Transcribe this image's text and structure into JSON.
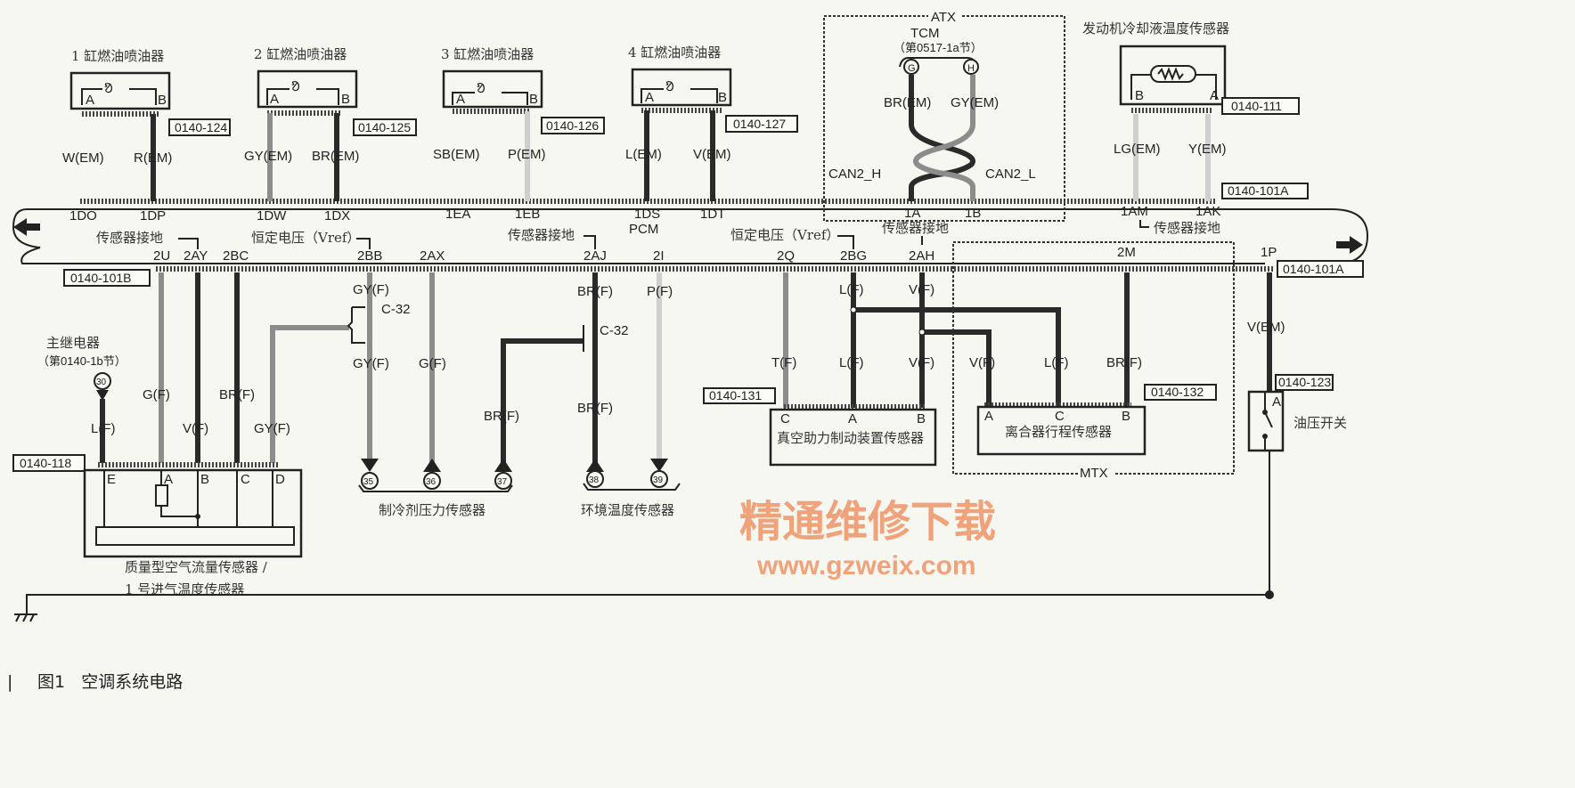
{
  "injectors": [
    {
      "title": "1 缸燃油喷油器",
      "pin_a": "A",
      "pin_b": "B",
      "connector": "0140-124",
      "wire_a": "W(EM)",
      "wire_b": "R(EM)",
      "term_a": "1DO",
      "term_b": "1DP"
    },
    {
      "title": "2 缸燃油喷油器",
      "pin_a": "A",
      "pin_b": "B",
      "connector": "0140-125",
      "wire_a": "GY(EM)",
      "wire_b": "BR(EM)",
      "term_a": "1DW",
      "term_b": "1DX"
    },
    {
      "title": "3 缸燃油喷油器",
      "pin_a": "A",
      "pin_b": "B",
      "connector": "0140-126",
      "wire_a": "SB(EM)",
      "wire_b": "P(EM)",
      "term_a": "1EA",
      "term_b": "1EB"
    },
    {
      "title": "4 缸燃油喷油器",
      "pin_a": "A",
      "pin_b": "B",
      "connector": "0140-127",
      "wire_a": "L(EM)",
      "wire_b": "V(EM)",
      "term_a": "1DS",
      "term_b": "1DT"
    }
  ],
  "pcm_label": "PCM",
  "atx": {
    "label": "ATX",
    "tcm": "TCM",
    "tcm_ref": "（第0517-1a节）",
    "pin_g": "G",
    "pin_h": "H",
    "wire_g": "BR(EM)",
    "wire_h": "GY(EM)",
    "can_h": "CAN2_H",
    "can_l": "CAN2_L",
    "term_a": "1A",
    "term_b": "1B"
  },
  "coolant": {
    "title": "发动机冷却液温度传感器",
    "pin_b": "B",
    "pin_a": "A",
    "connector": "0140-111",
    "wire_b": "LG(EM)",
    "wire_a": "Y(EM)",
    "term_b": "1AM",
    "term_a": "1AK",
    "ground_note": "传感器接地"
  },
  "bus": {
    "top_connector": "0140-101A",
    "bottom_connector_left": "0140-101B",
    "bottom_connector_right": "0140-101A"
  },
  "notes": {
    "sensor_ground": "传感器接地",
    "vref": "恒定电压（Vref）"
  },
  "bottom_terms": [
    "2U",
    "2AY",
    "2BC",
    "2BB",
    "2AX",
    "2AJ",
    "2I",
    "2Q",
    "2BG",
    "2AH",
    "2M",
    "1P"
  ],
  "main_relay": {
    "title": "主继电器",
    "ref": "（第0140-1b节）",
    "circle": "30",
    "wire": "L(F)"
  },
  "maf": {
    "connector": "0140-118",
    "wires": [
      "G(F)",
      "V(F)",
      "BR(F)",
      "GY(F)"
    ],
    "pins": [
      "E",
      "A",
      "B",
      "C",
      "D"
    ],
    "title1": "质量型空气流量传感器 /",
    "title2": "1 号进气温度传感器"
  },
  "refrigerant": {
    "wire_2bb_top": "GY(F)",
    "splice": "C-32",
    "wire_2bb_bottom": "GY(F)",
    "wire_2ax": "G(F)",
    "wire_37": "BR(F)",
    "circles": [
      "35",
      "36",
      "37"
    ],
    "title": "制冷剂压力传感器"
  },
  "ambient": {
    "wire_2aj_top": "BR(F)",
    "splice": "C-32",
    "wire_2aj_bottom": "BR(F)",
    "wire_2i": "P(F)",
    "circles": [
      "38",
      "39"
    ],
    "title": "环境温度传感器"
  },
  "brake": {
    "connector": "0140-131",
    "wire_c": "T(F)",
    "wire_a_top": "L(F)",
    "wire_a": "L(F)",
    "wire_b_top": "V(F)",
    "wire_b": "V(F)",
    "pins": [
      "C",
      "A",
      "B"
    ],
    "title": "真空助力制动装置传感器"
  },
  "clutch": {
    "connector": "0140-132",
    "wire_a": "V(F)",
    "wire_c": "L(F)",
    "wire_b": "BR(F)",
    "pins": [
      "A",
      "C",
      "B"
    ],
    "title": "离合器行程传感器",
    "mtx": "MTX"
  },
  "oil": {
    "wire": "V(EM)",
    "connector": "0140-123",
    "pin": "A",
    "title": "油压开关"
  },
  "watermark": {
    "cn": "精通维修下载",
    "url": "www.gzweix.com"
  },
  "caption": {
    "bar": "|",
    "text": "图1   空调系统电路"
  },
  "colors": {
    "dark_wire": "#2a2a2a",
    "gray_wire": "#8c8c8c",
    "light_wire": "#cfcfcf",
    "watermark": "#f0a27a"
  }
}
